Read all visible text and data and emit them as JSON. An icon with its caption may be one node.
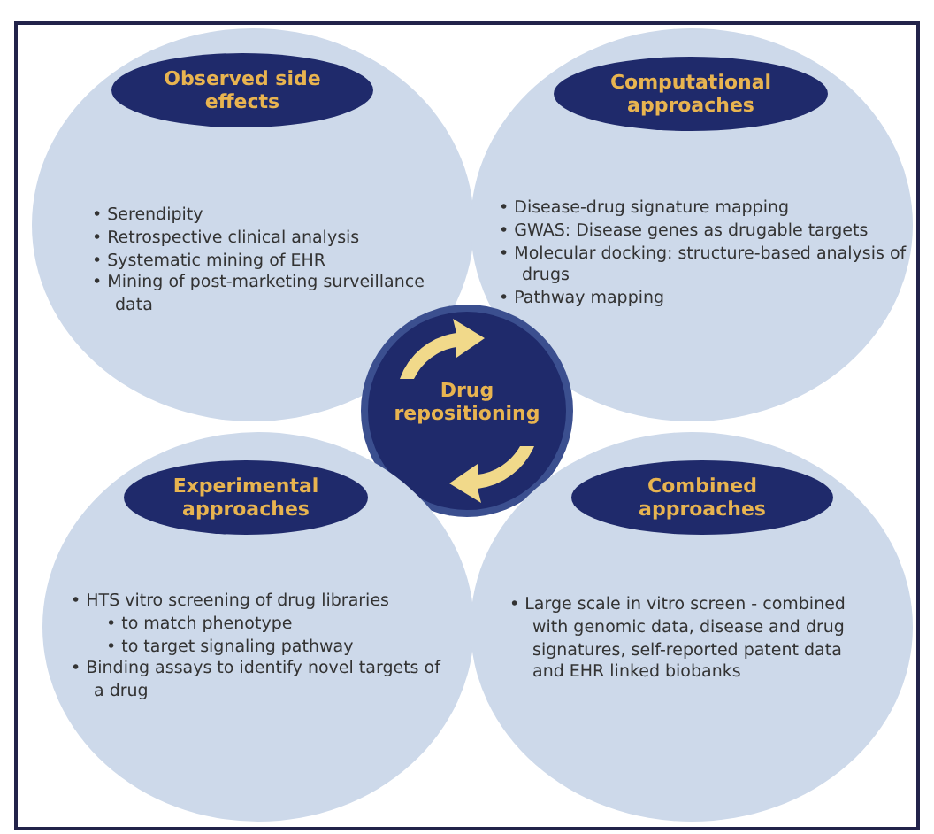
{
  "diagram": {
    "nodes": [
      {
        "text": [
          "• Serendipity",
          "• Retrospective clinical analysis",
          "• Systematic mining of EHR",
          "• Mining of post-marketing surveillance data"
        ]
      },
      {
        "text": [
          "Observed side effects"
        ],
        "in": 0
      },
      {
        "text": [
          "• Disease-drug signature mapping",
          "• GWAS: Disease genes as drugable targets",
          "• Molecular docking: structure-based analysis of drugs",
          "• Pathway mapping"
        ]
      },
      {
        "text": [
          "Computational approaches"
        ],
        "in": 2
      },
      {
        "text": [
          "Drug repositioning"
        ]
      },
      {
        "text": [
          "• HTS vitro screening of drug libraries",
          "• to match phenotype",
          "• to target signaling pathway",
          "• Binding assays to identify novel targets of a drug"
        ]
      },
      {
        "text": [
          "Experimental approaches"
        ],
        "in": 5
      },
      {
        "text": [
          "• Large scale in vitro screen - combined with genomic data, disease and drug signatures, self-reported patent data and EHR linked biobanks"
        ]
      },
      {
        "text": [
          "Combined approaches"
        ],
        "in": 7
      }
    ]
  }
}
